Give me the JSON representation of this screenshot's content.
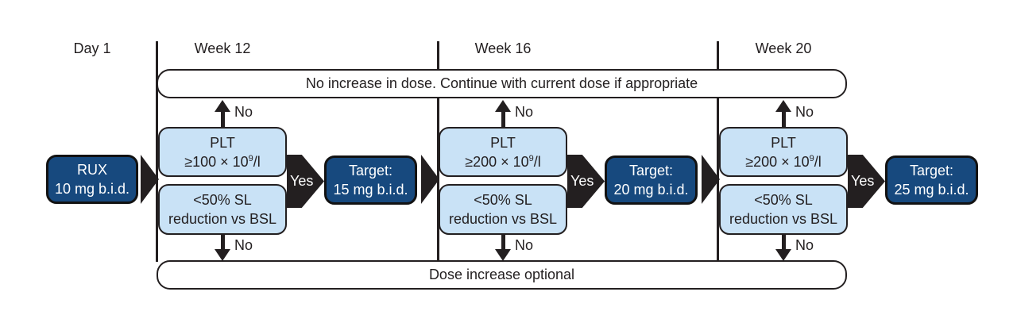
{
  "colors": {
    "ink": "#231F20",
    "dark_blue": "#17497E",
    "light_blue": "#C9E2F6"
  },
  "day_label": "Day 1",
  "start_box": {
    "line1": "RUX",
    "line2": "10 mg b.i.d."
  },
  "top_banner": "No increase in dose. Continue with current dose if appropriate",
  "bottom_banner": "Dose increase optional",
  "columns": [
    {
      "week": "Week 12",
      "no_up": "No",
      "no_down": "No",
      "yes": "Yes",
      "plt": {
        "line1": "PLT",
        "value_pre": "≥100 × 10",
        "value_sup": "9",
        "value_post": "/l"
      },
      "sl": {
        "line1": "<50% SL",
        "line2": "reduction vs BSL"
      },
      "target": {
        "line1": "Target:",
        "line2": "15 mg b.i.d."
      }
    },
    {
      "week": "Week 16",
      "no_up": "No",
      "no_down": "No",
      "yes": "Yes",
      "plt": {
        "line1": "PLT",
        "value_pre": "≥200 × 10",
        "value_sup": "9",
        "value_post": "/l"
      },
      "sl": {
        "line1": "<50% SL",
        "line2": "reduction vs BSL"
      },
      "target": {
        "line1": "Target:",
        "line2": "20 mg b.i.d."
      }
    },
    {
      "week": "Week 20",
      "no_up": "No",
      "no_down": "No",
      "yes": "Yes",
      "plt": {
        "line1": "PLT",
        "value_pre": "≥200 × 10",
        "value_sup": "9",
        "value_post": "/l"
      },
      "sl": {
        "line1": "<50% SL",
        "line2": "reduction vs BSL"
      },
      "target": {
        "line1": "Target:",
        "line2": "25 mg b.i.d."
      }
    }
  ]
}
